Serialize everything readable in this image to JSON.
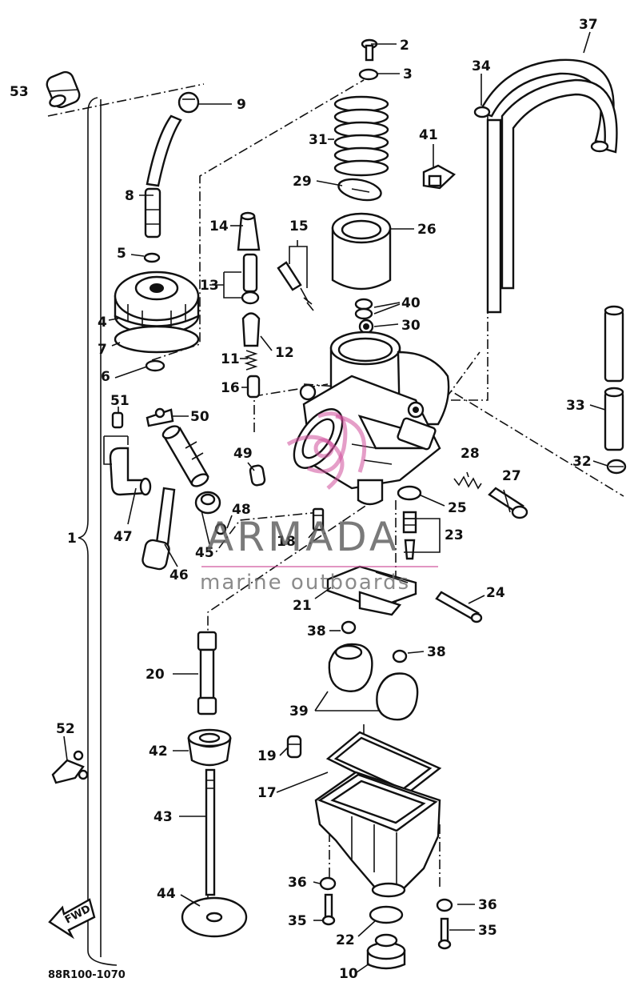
{
  "diagram": {
    "code": "88R100-1070",
    "front_mark": "FWD",
    "callouts": [
      "1",
      "2",
      "3",
      "4",
      "5",
      "6",
      "7",
      "8",
      "9",
      "10",
      "11",
      "12",
      "13",
      "14",
      "15",
      "16",
      "17",
      "18",
      "19",
      "20",
      "21",
      "22",
      "23",
      "24",
      "25",
      "26",
      "27",
      "28",
      "29",
      "30",
      "31",
      "32",
      "33",
      "34",
      "35",
      "36",
      "36",
      "37",
      "38",
      "38",
      "39",
      "40",
      "41",
      "42",
      "43",
      "44",
      "45",
      "46",
      "47",
      "48",
      "49",
      "50",
      "51",
      "52",
      "53"
    ]
  },
  "watermark": {
    "brand": "ARMADA",
    "tagline": "marine outboards",
    "accent_color": "#cf4f9a"
  }
}
